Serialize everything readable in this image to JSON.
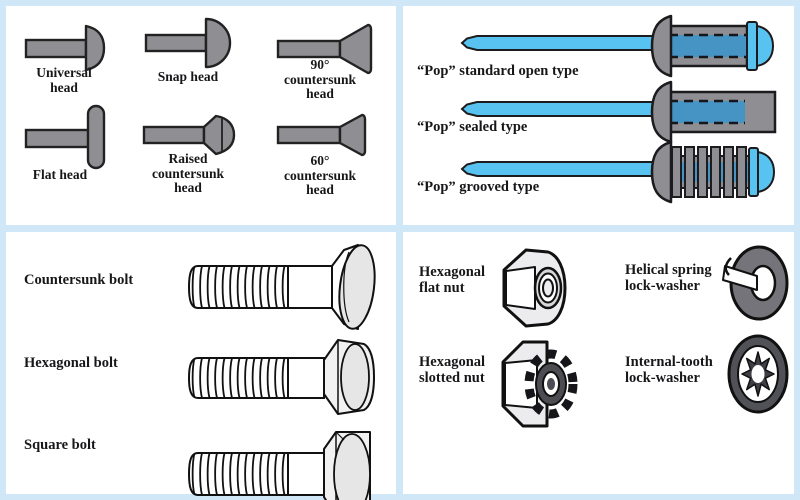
{
  "figure": {
    "quadrants": {
      "rivet_heads": {
        "items": [
          {
            "id": "universal-head",
            "lines": [
              "Universal",
              "head"
            ]
          },
          {
            "id": "snap-head",
            "lines": [
              "Snap head"
            ]
          },
          {
            "id": "countersunk-90-head",
            "lines": [
              "90°",
              "countersunk",
              "head"
            ]
          },
          {
            "id": "flat-head",
            "lines": [
              "Flat head"
            ]
          },
          {
            "id": "raised-countersunk-head",
            "lines": [
              "Raised",
              "countersunk",
              "head"
            ]
          },
          {
            "id": "countersunk-60-head",
            "lines": [
              "60°",
              "countersunk",
              "head"
            ]
          }
        ]
      },
      "pop_rivets": {
        "items": [
          {
            "id": "pop-standard-open",
            "label": "“Pop” standard open type"
          },
          {
            "id": "pop-sealed",
            "label": "“Pop” sealed type"
          },
          {
            "id": "pop-grooved",
            "label": "“Pop” grooved type"
          }
        ]
      },
      "bolts": {
        "items": [
          {
            "id": "countersunk-bolt",
            "label": "Countersunk bolt"
          },
          {
            "id": "hexagonal-bolt",
            "label": "Hexagonal bolt"
          },
          {
            "id": "square-bolt",
            "label": "Square bolt"
          }
        ]
      },
      "nuts_and_washers": {
        "items": [
          {
            "id": "hexagonal-flat-nut",
            "lines": [
              "Hexagonal",
              "flat nut"
            ]
          },
          {
            "id": "helical-spring-lock-washer",
            "lines": [
              "Helical spring",
              "lock-washer"
            ]
          },
          {
            "id": "hexagonal-slotted-nut",
            "lines": [
              "Hexagonal",
              "slotted nut"
            ]
          },
          {
            "id": "internal-tooth-lock-washer",
            "lines": [
              "Internal-tooth",
              "lock-washer"
            ]
          }
        ]
      }
    },
    "colors": {
      "frame_blue": "#cfe7f7",
      "panel_white": "#ffffff",
      "metal_gray": "#8f8f93",
      "pop_blue": "#58c2f0",
      "pop_blue_shaded": "#4694c4",
      "line_black": "#1c1c1e"
    }
  }
}
